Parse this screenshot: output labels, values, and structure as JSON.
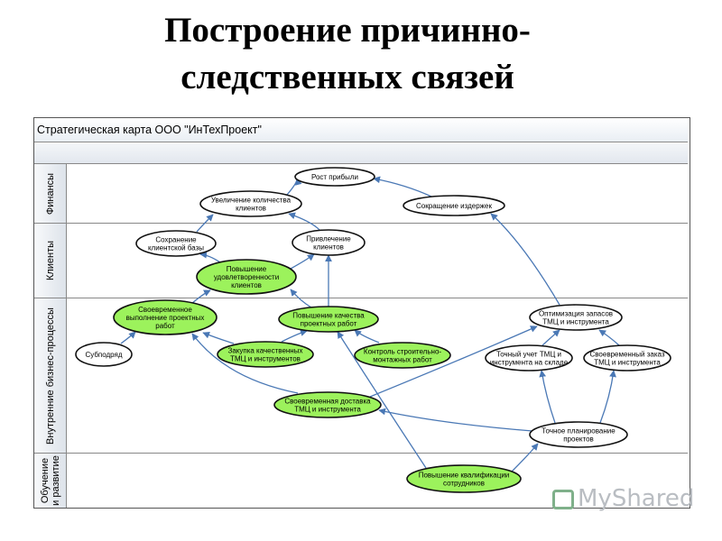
{
  "slide": {
    "title_line1": "Построение причинно-",
    "title_line2": "следственных связей"
  },
  "map": {
    "header": "Стратегическая карта ООО \"ИнТехПроект\"",
    "lanes": [
      {
        "id": "finance",
        "label": "Финансы"
      },
      {
        "id": "clients",
        "label": "Клиенты"
      },
      {
        "id": "processes",
        "label": "Внутренние бизнес-процессы"
      },
      {
        "id": "learning",
        "label_line1": "Обучение",
        "label_line2": "и развитие"
      }
    ],
    "nodes": [
      {
        "id": "profit",
        "lines": [
          "Рост прибыли"
        ],
        "highlighted": false
      },
      {
        "id": "more_clients",
        "lines": [
          "Увеличение количества",
          "клиентов"
        ],
        "highlighted": false
      },
      {
        "id": "cost_cut",
        "lines": [
          "Сокращение издержек"
        ],
        "highlighted": false
      },
      {
        "id": "retain",
        "lines": [
          "Сохранение",
          "клиентской базы"
        ],
        "highlighted": false
      },
      {
        "id": "attract",
        "lines": [
          "Привлечение",
          "клиентов"
        ],
        "highlighted": false
      },
      {
        "id": "satisfaction",
        "lines": [
          "Повышение",
          "удовлетворенности",
          "клиентов"
        ],
        "highlighted": true
      },
      {
        "id": "timely_work",
        "lines": [
          "Своевременное",
          "выполнение проектных",
          "работ"
        ],
        "highlighted": true
      },
      {
        "id": "quality",
        "lines": [
          "Повышение качества",
          "проектных работ"
        ],
        "highlighted": true
      },
      {
        "id": "stock_opt",
        "lines": [
          "Оптимизация запасов",
          "ТМЦ и инструмента"
        ],
        "highlighted": false
      },
      {
        "id": "subcontract",
        "lines": [
          "Субподряд"
        ],
        "highlighted": false
      },
      {
        "id": "purchase",
        "lines": [
          "Закупка качественных",
          "ТМЦ и инструментов"
        ],
        "highlighted": true
      },
      {
        "id": "control",
        "lines": [
          "Контроль строительно-",
          "монтажных работ"
        ],
        "highlighted": true
      },
      {
        "id": "accounting",
        "lines": [
          "Точный учет ТМЦ и",
          "инструмента на складе"
        ],
        "highlighted": false
      },
      {
        "id": "timely_order",
        "lines": [
          "Своевременный заказ",
          "ТМЦ и инструмента"
        ],
        "highlighted": false
      },
      {
        "id": "delivery",
        "lines": [
          "Своевременная доставка",
          "ТМЦ и инструмента"
        ],
        "highlighted": true
      },
      {
        "id": "planning",
        "lines": [
          "Точное планирование",
          "проектов"
        ],
        "highlighted": false
      },
      {
        "id": "training",
        "lines": [
          "Повышение квалификации",
          "сотрудников"
        ],
        "highlighted": true
      }
    ]
  },
  "style": {
    "node_fill": "#ffffff",
    "highlight_fill": "#9cf25c",
    "arrow_color": "#4a78b5",
    "watermark": "MyShared"
  }
}
